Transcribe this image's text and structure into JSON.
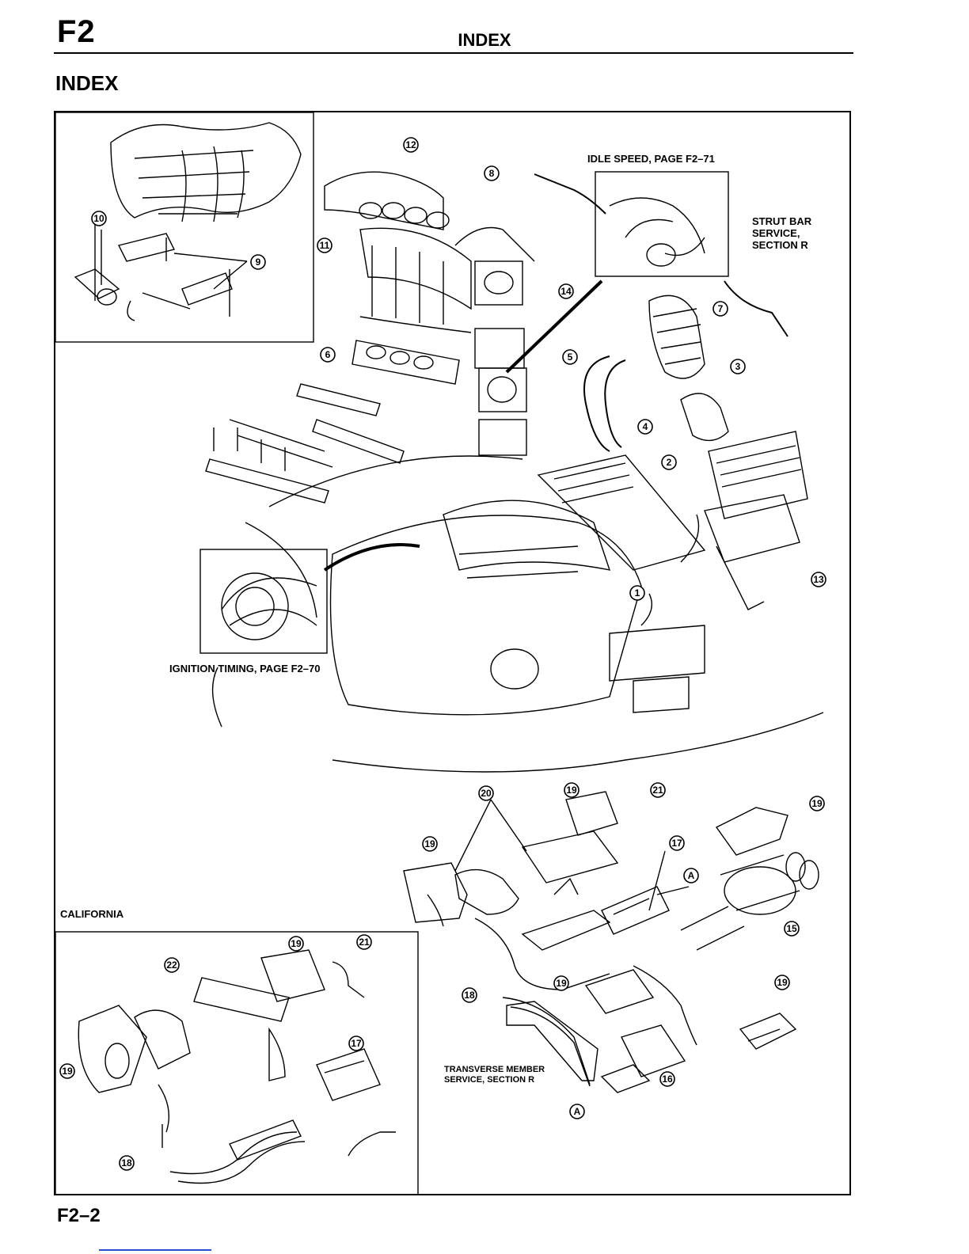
{
  "header": {
    "section_code": "F2",
    "title": "INDEX"
  },
  "section_title": "INDEX",
  "labels": {
    "idle_speed": "IDLE SPEED, PAGE F2–71",
    "strut_bar": [
      "STRUT BAR",
      "SERVICE,",
      "SECTION R"
    ],
    "ignition_timing": "IGNITION TIMING, PAGE F2–70",
    "california": "CALIFORNIA",
    "transverse_member": [
      "TRANSVERSE MEMBER",
      "SERVICE, SECTION R"
    ]
  },
  "callouts": [
    "1",
    "2",
    "3",
    "4",
    "5",
    "6",
    "7",
    "8",
    "9",
    "10",
    "11",
    "12",
    "13",
    "14",
    "15",
    "16",
    "17",
    "18",
    "19",
    "20",
    "21",
    "22",
    "A"
  ],
  "footer": {
    "page_number": "F2–2"
  }
}
